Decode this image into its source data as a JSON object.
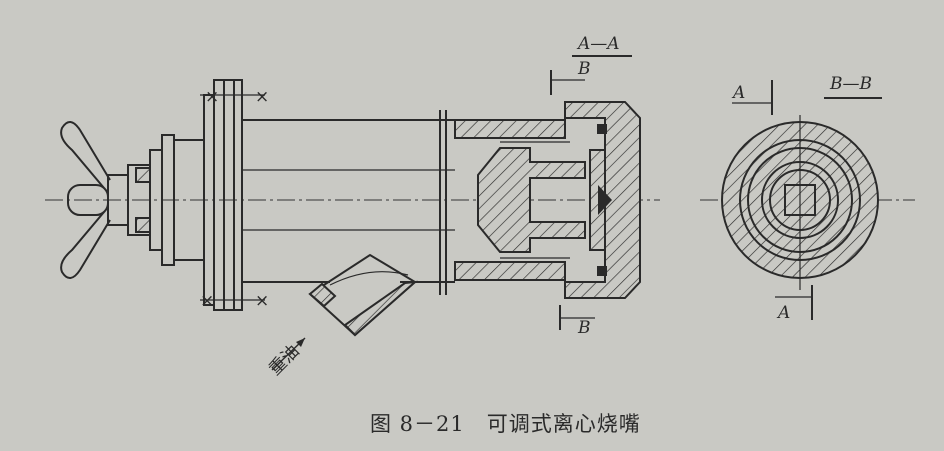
{
  "figure": {
    "caption": "图 8－21　可调式离心烧嘴",
    "labels": {
      "section_aa": "A—A",
      "section_aa_sub": "B",
      "section_bb": "B—B",
      "arrow_b_bottom": "B",
      "arrow_a_top": "A",
      "arrow_a_bottom": "A",
      "oil_inlet": "重油"
    }
  }
}
